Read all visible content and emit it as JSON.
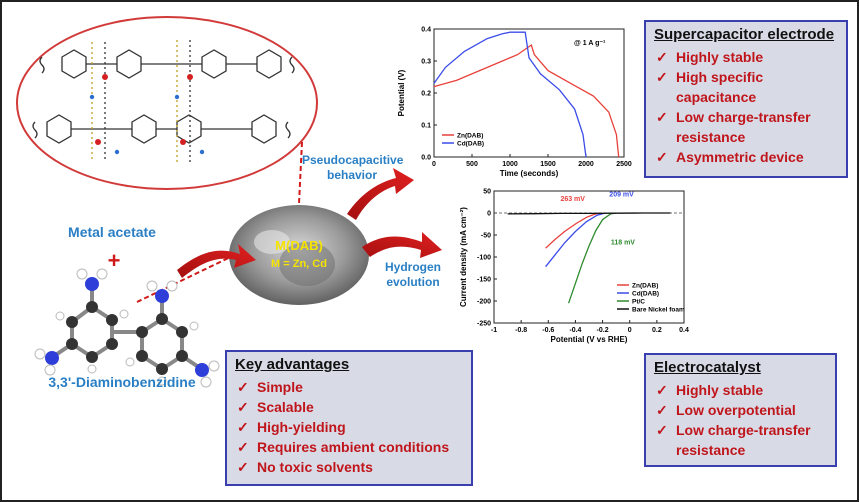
{
  "labels": {
    "metal_acetate": "Metal acetate",
    "plus": "+",
    "diaminobenzidine": "3,3'-Diaminobenzidine",
    "mdab_title": "M(DAB)",
    "mdab_sub": "M = Zn, Cd",
    "pseudocap": "Pseudocapacitive behavior",
    "hydrogen": "Hydrogen evolution"
  },
  "supercap_box": {
    "title": "Supercapacitor electrode",
    "items": [
      "Highly stable",
      "High specific capacitance",
      "Low charge-transfer resistance",
      "Asymmetric device"
    ]
  },
  "key_box": {
    "title": "Key advantages",
    "items": [
      "Simple",
      "Scalable",
      "High-yielding",
      "Requires ambient conditions",
      "No toxic solvents"
    ]
  },
  "electro_box": {
    "title": "Electrocatalyst",
    "items": [
      "Highly stable",
      "Low overpotential",
      "Low charge-transfer resistance"
    ]
  },
  "chart_data": [
    {
      "type": "line",
      "xlabel": "Time (seconds)",
      "ylabel": "Potential (V)",
      "xlim": [
        0,
        2500
      ],
      "ylim": [
        0,
        0.4
      ],
      "xticks": [
        0,
        500,
        1000,
        1500,
        2000,
        2500
      ],
      "yticks": [
        0.0,
        0.1,
        0.2,
        0.3,
        0.4
      ],
      "annotation": "@ 1 A g⁻¹",
      "legend_position": "bottom-left",
      "series": [
        {
          "name": "Zn(DAB)",
          "color": "#e8413b",
          "x": [
            0,
            300,
            600,
            900,
            1100,
            1280,
            1320,
            1500,
            1800,
            2100,
            2300,
            2400,
            2430
          ],
          "y": [
            0.22,
            0.24,
            0.27,
            0.3,
            0.32,
            0.35,
            0.32,
            0.27,
            0.23,
            0.19,
            0.14,
            0.07,
            0.0
          ]
        },
        {
          "name": "Cd(DAB)",
          "color": "#3b4ce8",
          "x": [
            0,
            150,
            400,
            700,
            900,
            1000,
            1200,
            1250,
            1400,
            1650,
            1850,
            1960,
            2000
          ],
          "y": [
            0.23,
            0.28,
            0.33,
            0.37,
            0.385,
            0.39,
            0.39,
            0.31,
            0.26,
            0.21,
            0.15,
            0.07,
            0.0
          ]
        }
      ]
    },
    {
      "type": "line",
      "xlabel": "Potential (V vs RHE)",
      "ylabel": "Current density (mA cm⁻²)",
      "xlim": [
        -1.0,
        0.4
      ],
      "ylim": [
        -250,
        50
      ],
      "xticks": [
        -1.0,
        -0.8,
        -0.6,
        -0.4,
        -0.2,
        0.0,
        0.2,
        0.4
      ],
      "yticks": [
        50,
        0,
        -50,
        -100,
        -150,
        -200,
        -250
      ],
      "annotations": [
        {
          "text": "263 mV",
          "color": "#e8413b",
          "x": -0.42,
          "y": 27
        },
        {
          "text": "209 mV",
          "color": "#3b4ce8",
          "x": -0.06,
          "y": 38
        },
        {
          "text": "118 mV",
          "color": "#2e8b2e",
          "x": -0.05,
          "y": -72
        }
      ],
      "legend_position": "bottom-right",
      "series": [
        {
          "name": "Zn(DAB)",
          "color": "#e8413b",
          "x": [
            -0.62,
            -0.55,
            -0.48,
            -0.4,
            -0.32,
            -0.26,
            -0.22
          ],
          "y": [
            -80,
            -60,
            -42,
            -25,
            -10,
            -3,
            0
          ]
        },
        {
          "name": "Cd(DAB)",
          "color": "#3b4ce8",
          "x": [
            -0.62,
            -0.55,
            -0.48,
            -0.4,
            -0.32,
            -0.24,
            -0.18
          ],
          "y": [
            -122,
            -95,
            -68,
            -42,
            -20,
            -5,
            0
          ]
        },
        {
          "name": "Pt/C",
          "color": "#2e8b2e",
          "x": [
            -0.45,
            -0.4,
            -0.35,
            -0.3,
            -0.25,
            -0.2,
            -0.14,
            -0.1
          ],
          "y": [
            -205,
            -160,
            -115,
            -75,
            -40,
            -15,
            -2,
            0
          ]
        },
        {
          "name": "Bare Nickel foam",
          "color": "#111111",
          "x": [
            -0.9,
            -0.7,
            -0.5,
            -0.3,
            -0.1,
            0.1,
            0.3
          ],
          "y": [
            -2,
            -1.5,
            -1,
            -1,
            -0.5,
            0,
            0
          ]
        }
      ]
    }
  ]
}
